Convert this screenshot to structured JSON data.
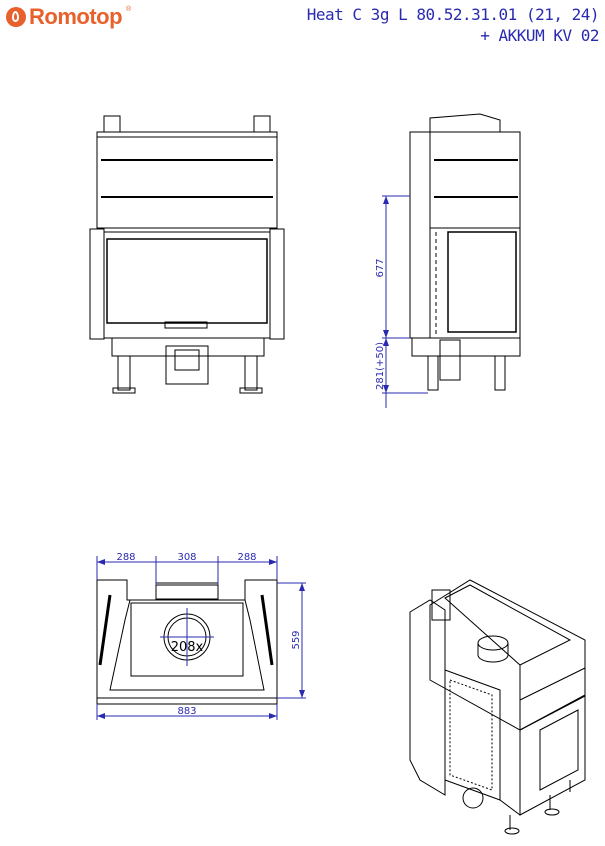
{
  "brand": {
    "name": "Romotop",
    "registered": "®"
  },
  "title": {
    "line1": "Heat C 3g L 80.52.31.01 (21, 24)",
    "line2": "+ AKKUM KV 02"
  },
  "dimensions": {
    "side_height": "677",
    "side_base": "281(+50)",
    "top_left": "288",
    "top_middle": "308",
    "top_right": "288",
    "top_depth": "559",
    "top_width": "883",
    "flue_diameter": "208x"
  },
  "colors": {
    "brand": "#e8602c",
    "dimension": "#2a2ab0",
    "line": "#000000"
  }
}
